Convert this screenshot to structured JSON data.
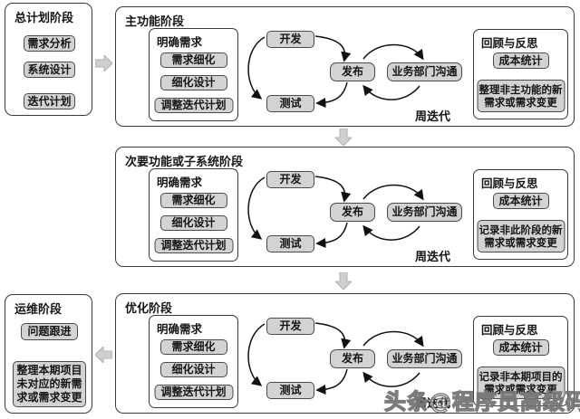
{
  "colors": {
    "pill_fill": "#d3d3d3",
    "pill_border": "#4a4a4a",
    "box_border": "#3a3a3a",
    "block_arrow": "#cfcfcf",
    "arrow_line": "#111111"
  },
  "planning": {
    "title": "总计划阶段",
    "items": [
      "需求分析",
      "系统设计",
      "迭代计划"
    ]
  },
  "ops": {
    "title": "运维阶段",
    "item": "问题跟进",
    "note": "整理本期项目未对应的新需求或需求变更"
  },
  "phases": [
    {
      "title": "主功能阶段",
      "clarify": {
        "title": "明确需求",
        "items": [
          "需求细化",
          "细化设计",
          "调整迭代计划"
        ]
      },
      "cycle": {
        "develop": "开发",
        "release": "发布",
        "test": "测试",
        "biz": "业务部门沟通",
        "label": "周迭代"
      },
      "review": {
        "title": "回顾与反思",
        "cost": "成本统计",
        "note": "整理非主功能的新需求或需求变更"
      }
    },
    {
      "title": "次要功能或子系统阶段",
      "clarify": {
        "title": "明确需求",
        "items": [
          "需求细化",
          "细化设计",
          "调整迭代计划"
        ]
      },
      "cycle": {
        "develop": "开发",
        "release": "发布",
        "test": "测试",
        "biz": "业务部门沟通",
        "label": "周迭代"
      },
      "review": {
        "title": "回顾与反思",
        "cost": "成本统计",
        "note": "记录非此阶段的新需求或需求变更"
      }
    },
    {
      "title": "优化阶段",
      "clarify": {
        "title": "明确需求",
        "items": [
          "需求细化",
          "细化设计",
          "调整迭代计划"
        ]
      },
      "cycle": {
        "develop": "开发",
        "release": "发布",
        "test": "测试",
        "biz": "业务部门沟通",
        "label": "周迭代"
      },
      "review": {
        "title": "回顾与反思",
        "cost": "成本统计",
        "note": "记录非本期项目的需求或需求变更"
      }
    }
  ],
  "watermark": "头条@程序员高级码农"
}
